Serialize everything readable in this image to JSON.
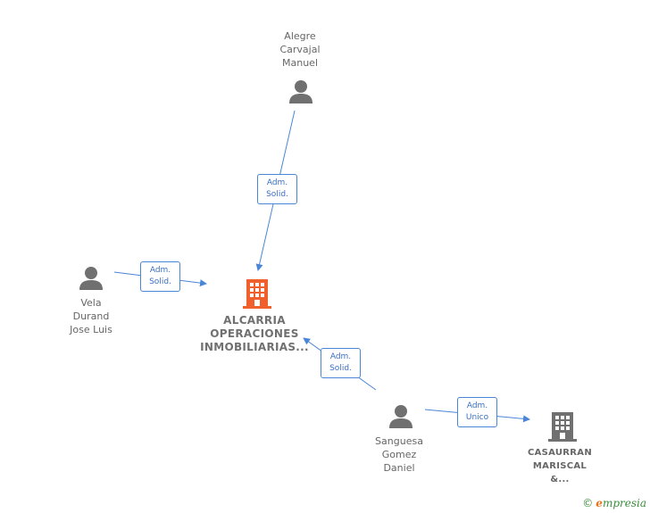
{
  "nodes": {
    "alegre": {
      "lines": [
        "Alegre",
        "Carvajal",
        "Manuel"
      ]
    },
    "vela": {
      "lines": [
        "Vela",
        "Durand",
        "Jose Luis"
      ]
    },
    "alcarria": {
      "lines": [
        "ALCARRIA",
        "OPERACIONES",
        "INMOBILIARIAS..."
      ]
    },
    "sanguesa": {
      "lines": [
        "Sanguesa",
        "Gomez",
        "Daniel"
      ]
    },
    "casaurran": {
      "lines": [
        "CASAURRAN",
        "MARISCAL",
        "&..."
      ]
    }
  },
  "edges": [
    {
      "label": [
        "Adm.",
        "Solid."
      ]
    },
    {
      "label": [
        "Adm.",
        "Solid."
      ]
    },
    {
      "label": [
        "Adm.",
        "Solid."
      ]
    },
    {
      "label": [
        "Adm.",
        "Unico"
      ]
    }
  ],
  "footer": {
    "copyright": "©",
    "brand_e": "e",
    "brand_rest": "mpresia"
  },
  "colors": {
    "edge": "#4a86d8",
    "person_icon": "#707070",
    "main_company": "#f0602c",
    "company": "#707070"
  }
}
